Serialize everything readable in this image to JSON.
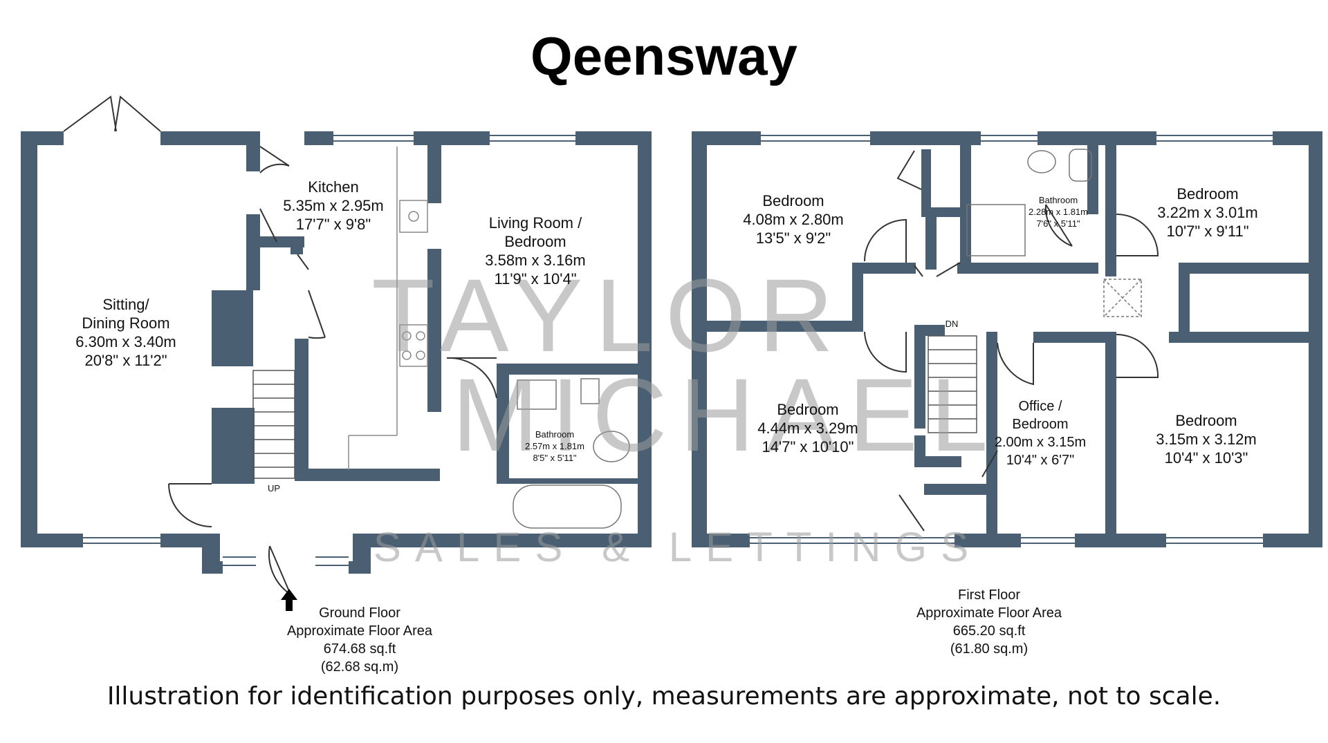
{
  "title": "Qeensway",
  "disclaimer": "Illustration for identification purposes only, measurements are approximate, not to scale.",
  "watermark": {
    "line1": "TAYLOR",
    "line2": "MICHAEL",
    "line3": "SALES & LETTINGS"
  },
  "colors": {
    "wall": "#4a5f72",
    "text": "#111111",
    "fixture": "#777777",
    "watermark": "#9a9a9a"
  },
  "ground_floor": {
    "label": "Ground Floor",
    "area_label": "Approximate Floor Area",
    "sqft": "674.68 sq.ft",
    "sqm": "(62.68 sq.m)",
    "up_label": "UP",
    "rooms": {
      "sitting": {
        "name1": "Sitting/",
        "name2": "Dining Room",
        "metric": "6.30m x 3.40m",
        "imperial": "20'8\" x 11'2\""
      },
      "kitchen": {
        "name": "Kitchen",
        "metric": "5.35m x 2.95m",
        "imperial": "17'7\" x 9'8\""
      },
      "living": {
        "name1": "Living Room /",
        "name2": "Bedroom",
        "metric": "3.58m x 3.16m",
        "imperial": "11'9\" x 10'4\""
      },
      "bathroom": {
        "name": "Bathroom",
        "metric": "2.57m x 1.81m",
        "imperial": "8'5\" x 5'11\""
      }
    }
  },
  "first_floor": {
    "label": "First Floor",
    "area_label": "Approximate Floor Area",
    "sqft": "665.20 sq.ft",
    "sqm": "(61.80 sq.m)",
    "dn_label": "DN",
    "rooms": {
      "bedroom_a": {
        "name": "Bedroom",
        "metric": "4.08m x 2.80m",
        "imperial": "13'5\" x 9'2\""
      },
      "bathroom": {
        "name": "Bathroom",
        "metric": "2.28m x 1.81m",
        "imperial": "7'6\" x 5'11\""
      },
      "bedroom_b": {
        "name": "Bedroom",
        "metric": "3.22m x 3.01m",
        "imperial": "10'7\" x 9'11\""
      },
      "bedroom_c": {
        "name": "Bedroom",
        "metric": "4.44m x 3.29m",
        "imperial": "14'7\" x 10'10\""
      },
      "office": {
        "name1": "Office /",
        "name2": "Bedroom",
        "metric": "2.00m x 3.15m",
        "imperial": "10'4\" x 6'7\""
      },
      "bedroom_d": {
        "name": "Bedroom",
        "metric": "3.15m x 3.12m",
        "imperial": "10'4\" x 10'3\""
      }
    }
  }
}
